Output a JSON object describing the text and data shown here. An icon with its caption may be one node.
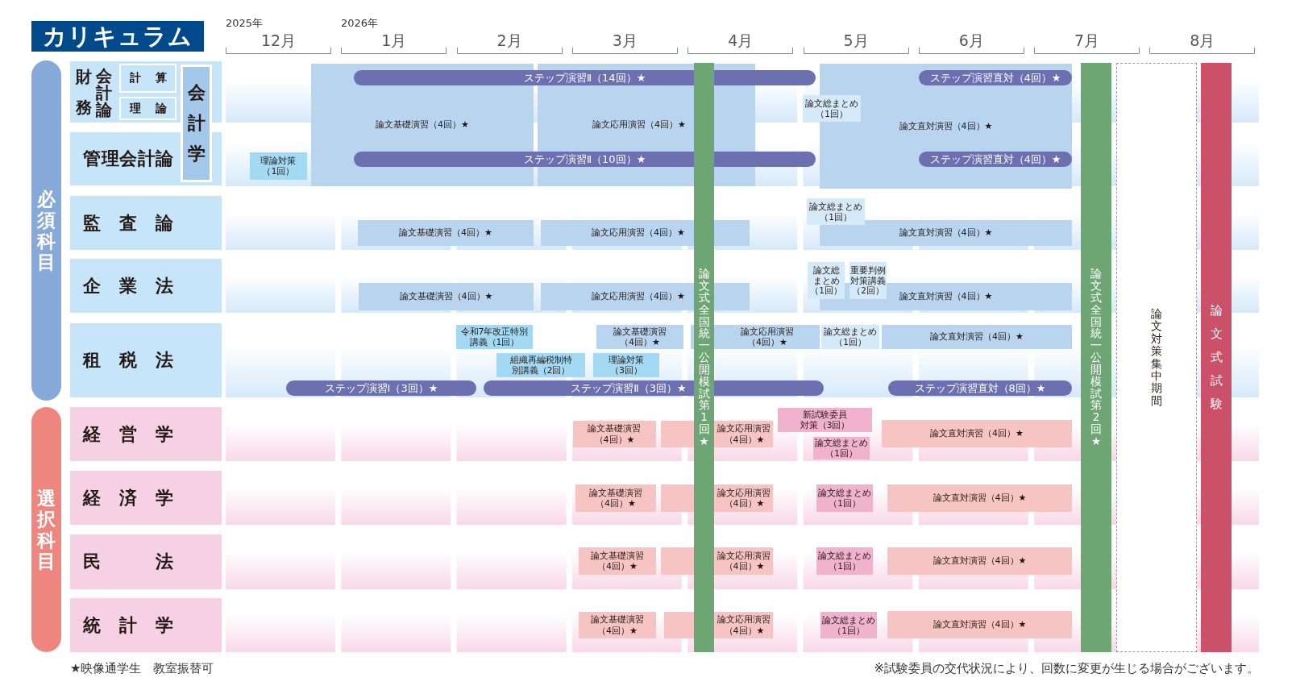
{
  "diagram": {
    "title": "カリキュラム",
    "nodes": [
      {
        "text": [
          "必須科目"
        ]
      },
      {
        "text": [
          "財務",
          "会計論"
        ]
      },
      {
        "text": [
          "計算"
        ],
        "in": 1
      },
      {
        "text": [
          "理論"
        ],
        "in": 1
      },
      {
        "text": [
          "会計学"
        ]
      },
      {
        "text": [
          "管理会計論"
        ]
      },
      {
        "text": [
          "理論対策（1回）"
        ]
      },
      {
        "text": [
          "論文基礎演習（4回）★"
        ]
      },
      {
        "text": [
          "ステップ演習Ⅱ（14回）★"
        ]
      },
      {
        "text": [
          "論文応用演習（4回）★"
        ]
      },
      {
        "text": [
          "ステップ演習Ⅱ（10回）★"
        ]
      },
      {
        "text": [
          "論文総まとめ（1回）"
        ]
      },
      {
        "text": [
          "論文直対演習（4回）★"
        ]
      },
      {
        "text": [
          "ステップ演習直対（4回）★"
        ],
        "in": 12
      },
      {
        "text": [
          "ステップ演習直対（4回）★"
        ],
        "in": 12
      },
      {
        "text": [
          "監査論"
        ]
      },
      {
        "text": [
          "論文基礎演習（4回）★"
        ]
      },
      {
        "text": [
          "論文応用演習（4回）★"
        ]
      },
      {
        "text": [
          "論文総まとめ（1回）"
        ]
      },
      {
        "text": [
          "論文直対演習（4回）★"
        ]
      },
      {
        "text": [
          "企業法"
        ]
      },
      {
        "text": [
          "論文基礎演習（4回）★"
        ]
      },
      {
        "text": [
          "論文応用演習（4回）★"
        ]
      },
      {
        "text": [
          "論文総まとめ（1回）"
        ]
      },
      {
        "text": [
          "重要判例対策講義（2回）"
        ]
      },
      {
        "text": [
          "論文直対演習（4回）★"
        ]
      },
      {
        "text": [
          "租税法"
        ]
      },
      {
        "text": [
          "令和7年改正特別講義（1回）"
        ]
      },
      {
        "text": [
          "組織再編税制特別講義（2回）"
        ]
      },
      {
        "text": [
          "論文基礎演習（4回）★"
        ]
      },
      {
        "text": [
          "理論対策（3回）"
        ]
      },
      {
        "text": [
          "論文応用演習（4回）★"
        ]
      },
      {
        "text": [
          "論文総まとめ（1回）"
        ]
      },
      {
        "text": [
          "論文直対演習（4回）★"
        ]
      },
      {
        "text": [
          "ステップ演習Ⅰ（3回）★"
        ]
      },
      {
        "text": [
          "ステップ演習Ⅱ（3回）★"
        ]
      },
      {
        "text": [
          "ステップ演習直対（8回）★"
        ]
      },
      {
        "text": [
          "選択科目"
        ]
      },
      {
        "text": [
          "経営学"
        ]
      },
      {
        "text": [
          "論文基礎演習（4回）★"
        ]
      },
      {
        "text": [
          "論文応用演習（4回）★"
        ]
      },
      {
        "text": [
          "新試験委員対策（3回）"
        ]
      },
      {
        "text": [
          "論文総まとめ（1回）"
        ]
      },
      {
        "text": [
          "論文直対演習（4回）★"
        ]
      },
      {
        "text": [
          "経済学"
        ]
      },
      {
        "text": [
          "論文基礎演習（4回）★"
        ]
      },
      {
        "text": [
          "論文応用演習（4回）★"
        ]
      },
      {
        "text": [
          "論文総まとめ（1回）"
        ]
      },
      {
        "text": [
          "論文直対演習（4回）★"
        ]
      },
      {
        "text": [
          "民法"
        ]
      },
      {
        "text": [
          "論文基礎演習（4回）★"
        ]
      },
      {
        "text": [
          "論文応用演習（4回）★"
        ]
      },
      {
        "text": [
          "論文総まとめ（1回）"
        ]
      },
      {
        "text": [
          "論文直対演習（4回）★"
        ]
      },
      {
        "text": [
          "統計学"
        ]
      },
      {
        "text": [
          "論文基礎演習（4回）★"
        ]
      },
      {
        "text": [
          "論文応用演習（4回）★"
        ]
      },
      {
        "text": [
          "論文総まとめ（1回）"
        ]
      },
      {
        "text": [
          "論文直対演習（4回）★"
        ]
      },
      {
        "text": [
          "論文式全国統一公開模試第1回★"
        ]
      },
      {
        "text": [
          "論文式全国統一公開模試第2回★"
        ]
      },
      {
        "text": [
          "論文対策集中期間"
        ]
      },
      {
        "text": [
          "論文式試験"
        ]
      }
    ],
    "labels": [
      "2025年",
      "2026年",
      "12月",
      "1月",
      "2月",
      "3月",
      "4月",
      "5月",
      "6月",
      "7月",
      "8月",
      "★映像通学生　教室振替可",
      "※試験委員の交代状況により、回数に変更が生じる場合がございます。"
    ]
  }
}
